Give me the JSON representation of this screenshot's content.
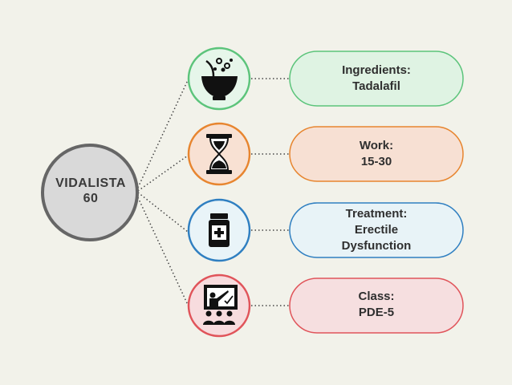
{
  "center": {
    "line1": "VIDALISTA",
    "line2": "60",
    "fill": "#d9d9d9",
    "stroke": "#666666"
  },
  "items": [
    {
      "icon": "bowl-icon",
      "lines": [
        "Ingredients:",
        "Tadalafil"
      ],
      "circle_fill": "#e6f6ea",
      "border": "#5cc47b",
      "pill_fill": "#dff3e3"
    },
    {
      "icon": "hourglass-icon",
      "lines": [
        "Work:",
        "15-30"
      ],
      "circle_fill": "#f8e1d3",
      "border": "#e7852f",
      "pill_fill": "#f7e0d3"
    },
    {
      "icon": "medicine-bottle-icon",
      "lines": [
        "Treatment:",
        "Erectile",
        "Dysfunction"
      ],
      "circle_fill": "#e9f4f8",
      "border": "#2f7fc1",
      "pill_fill": "#e8f3f7"
    },
    {
      "icon": "presentation-icon",
      "lines": [
        "Class:",
        "PDE-5"
      ],
      "circle_fill": "#f7dcde",
      "border": "#e0545a",
      "pill_fill": "#f6dfe0"
    }
  ]
}
